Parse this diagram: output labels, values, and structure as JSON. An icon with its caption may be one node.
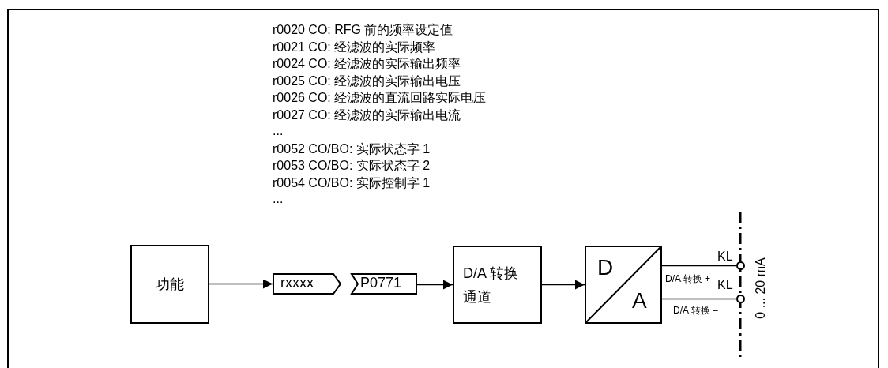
{
  "diagram": {
    "nodes": [
      {
        "text": [
          "功能"
        ]
      },
      {
        "text": [
          "rxxxx"
        ]
      },
      {
        "text": [
          "P0771"
        ]
      },
      {
        "text": [
          "D/A 转换通道"
        ]
      },
      {
        "text": [
          "D",
          "A"
        ]
      },
      {
        "text": [],
        "shape": "circle",
        "beside": [
          "KL"
        ]
      },
      {
        "text": [],
        "shape": "circle",
        "beside": [
          "KL"
        ]
      }
    ],
    "edges": [
      {
        "from": 0,
        "to": 1,
        "arrow": "to"
      },
      {
        "from": 2,
        "to": 3,
        "arrow": "to"
      },
      {
        "from": 3,
        "to": 4,
        "arrow": "to"
      },
      {
        "from": 4,
        "to": 5,
        "arrow": "none",
        "label": "D/A 转换 +"
      },
      {
        "from": 4,
        "to": 6,
        "arrow": "none",
        "label": "D/A 转换 –"
      }
    ],
    "labels": [
      "r0020 CO: RFG 前的频率设定值",
      "r0021 CO: 经滤波的实际频率",
      "r0024 CO: 经滤波的实际输出频率",
      "r0025 CO: 经滤波的实际输出电压",
      "r0026 CO: 经滤波的直流回路实际电压",
      "r0027 CO: 经滤波的实际输出电流",
      "...",
      "r0052 CO/BO: 实际状态字 1",
      "r0053 CO/BO: 实际状态字 2",
      "r0054 CO/BO: 实际控制字 1",
      "...",
      "0 ... 20 mA"
    ]
  }
}
